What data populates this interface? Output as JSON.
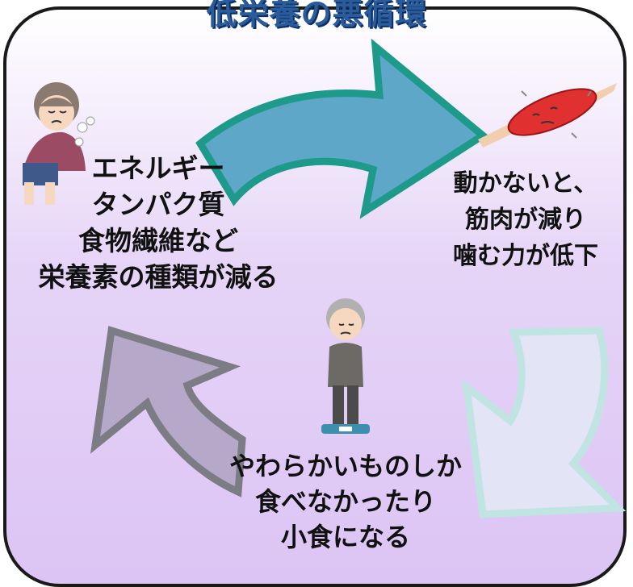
{
  "title": "低栄養の悪循環",
  "steps": {
    "left": [
      "エネルギー",
      "タンパク質",
      "食物繊維など",
      "栄養素の種類が減る"
    ],
    "right": [
      "動かないと、",
      "筋肉が減り",
      "噛む力が低下"
    ],
    "bottom": [
      "やわらかいものしか",
      "食べなかったり",
      "小食になる"
    ]
  },
  "colors": {
    "title": "#2a5b9a",
    "arrow_top_fill": "#5ea7c9",
    "arrow_top_stroke": "#1d9a8a",
    "arrow_right_fill": "#e3e4f6",
    "arrow_right_stroke": "#bfe4e2",
    "arrow_left_fill": "#b6a8c9",
    "arrow_left_stroke": "#7c7c84"
  },
  "icons": [
    "tired-elderly-woman-icon",
    "weak-muscle-icon",
    "elderly-man-on-scale-icon"
  ]
}
